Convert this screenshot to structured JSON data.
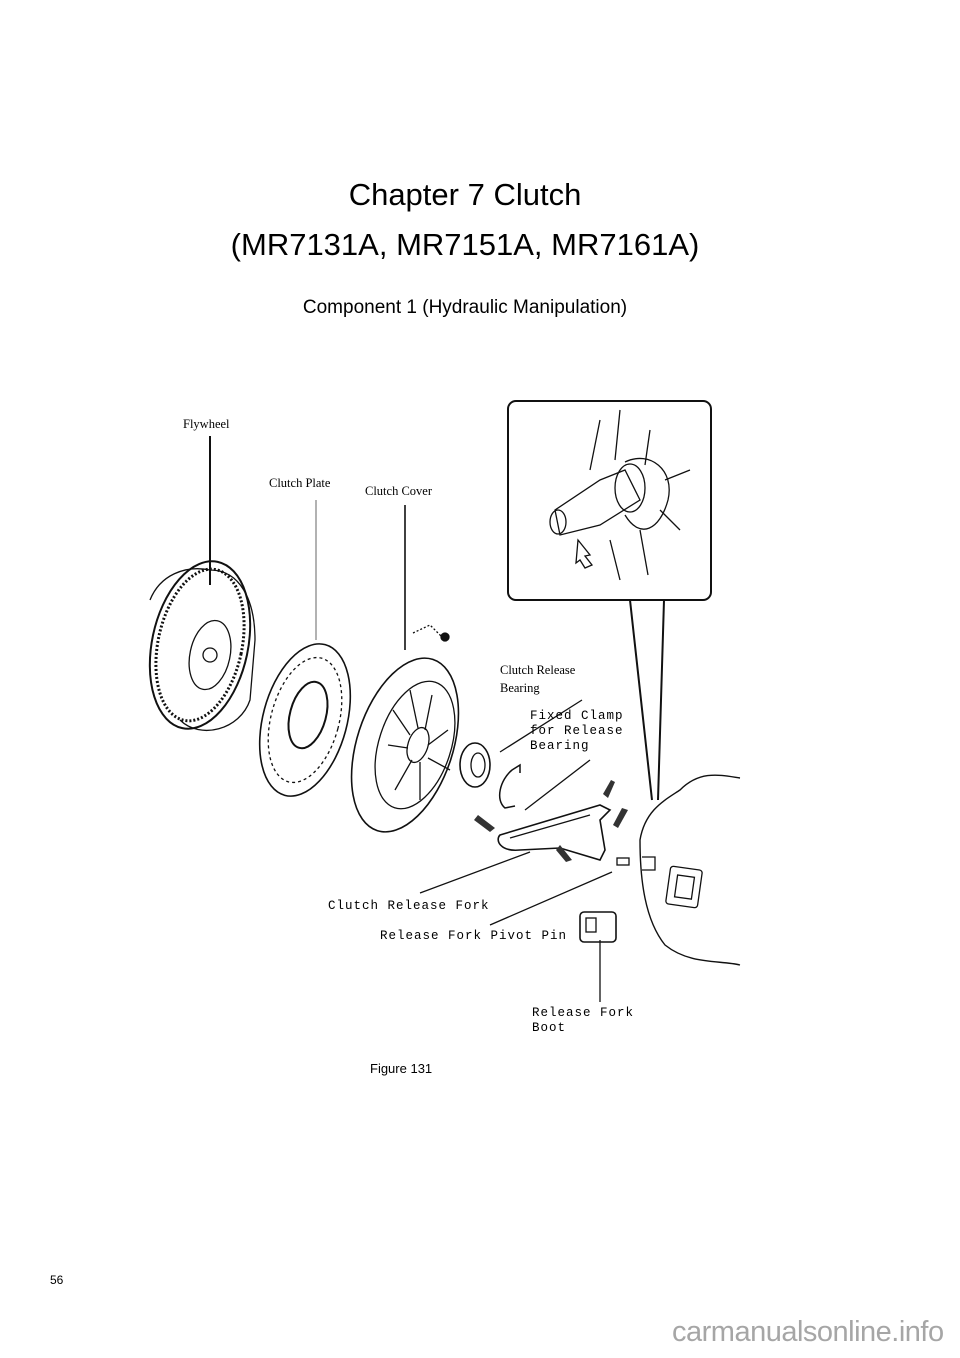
{
  "header": {
    "chapter_title": "Chapter 7 Clutch",
    "models": "(MR7131A, MR7151A, MR7161A)",
    "section": "Component 1 (Hydraulic Manipulation)"
  },
  "figure": {
    "caption": "Figure 131",
    "labels": {
      "flywheel": "Flywheel",
      "clutch_plate": "Clutch Plate",
      "clutch_cover": "Clutch Cover",
      "release_bearing_1": "Clutch Release",
      "release_bearing_2": "Bearing",
      "fixed_clamp_1": "Fixed Clamp",
      "fixed_clamp_2": "for Release",
      "fixed_clamp_3": "Bearing",
      "release_fork": "Clutch Release Fork",
      "pivot_pin": "Release Fork Pivot Pin",
      "fork_boot_1": "Release Fork",
      "fork_boot_2": "Boot"
    }
  },
  "footer": {
    "page_number": "56",
    "watermark": "carmanualsonline.info"
  }
}
